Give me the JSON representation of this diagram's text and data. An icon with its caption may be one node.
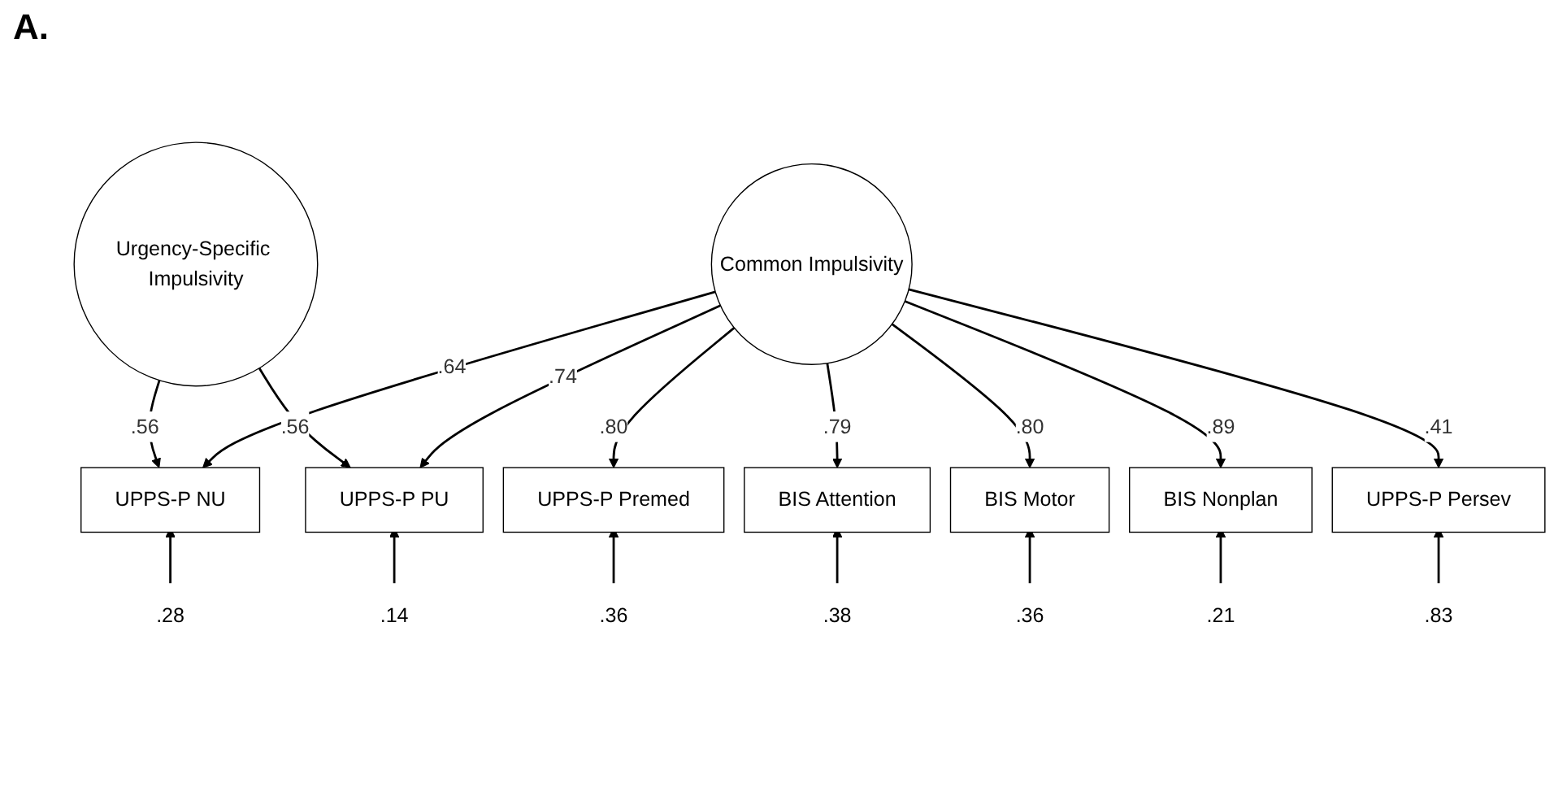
{
  "diagram": {
    "nodes": [
      {
        "text": [
          "Urgency-Specific Impulsivity"
        ]
      },
      {
        "text": [
          "Common Impulsivity"
        ]
      },
      {
        "text": [
          "UPPS-P NU"
        ]
      },
      {
        "text": [
          "UPPS-P PU"
        ]
      },
      {
        "text": [
          "UPPS-P Premed"
        ]
      },
      {
        "text": [
          "BIS Attention"
        ]
      },
      {
        "text": [
          "BIS Motor"
        ]
      },
      {
        "text": [
          "BIS Nonplan"
        ]
      },
      {
        "text": [
          "UPPS-P Persev"
        ]
      },
      {
        "text": [
          ".28"
        ]
      },
      {
        "text": [
          ".14"
        ]
      },
      {
        "text": [
          ".36"
        ]
      },
      {
        "text": [
          ".38"
        ]
      },
      {
        "text": [
          ".36"
        ]
      },
      {
        "text": [
          ".21"
        ]
      },
      {
        "text": [
          ".83"
        ]
      }
    ],
    "edges": [
      {
        "from": 0,
        "to": 2,
        "arrow": "to",
        "label": ".56"
      },
      {
        "from": 0,
        "to": 3,
        "arrow": "to",
        "label": ".56"
      },
      {
        "from": 1,
        "to": 2,
        "arrow": "to",
        "label": ".64"
      },
      {
        "from": 1,
        "to": 3,
        "arrow": "to",
        "label": ".74"
      },
      {
        "from": 1,
        "to": 4,
        "arrow": "to",
        "label": ".80"
      },
      {
        "from": 1,
        "to": 5,
        "arrow": "to",
        "label": ".79"
      },
      {
        "from": 1,
        "to": 6,
        "arrow": "to",
        "label": ".80"
      },
      {
        "from": 1,
        "to": 7,
        "arrow": "to",
        "label": ".89"
      },
      {
        "from": 1,
        "to": 8,
        "arrow": "to",
        "label": ".41"
      },
      {
        "from": 9,
        "to": 2,
        "arrow": "to"
      },
      {
        "from": 10,
        "to": 3,
        "arrow": "to"
      },
      {
        "from": 11,
        "to": 4,
        "arrow": "to"
      },
      {
        "from": 12,
        "to": 5,
        "arrow": "to"
      },
      {
        "from": 13,
        "to": 6,
        "arrow": "to"
      },
      {
        "from": 14,
        "to": 7,
        "arrow": "to"
      },
      {
        "from": 15,
        "to": 8,
        "arrow": "to"
      }
    ],
    "labels": [
      "A."
    ]
  }
}
